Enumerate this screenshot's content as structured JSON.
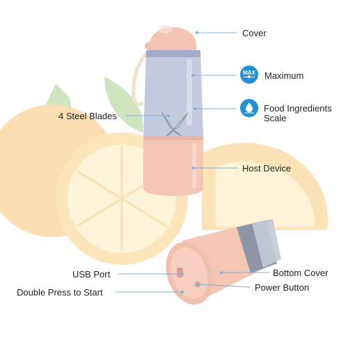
{
  "labels": {
    "cover": "Cover",
    "maximum": "Maximum",
    "steel_blades": "4 Steel Blades",
    "food_scale_line1": "Food Ingredients",
    "food_scale_line2": "Scale",
    "host_device": "Host Device",
    "usb_port": "USB Port",
    "bottom_cover": "Bottom Cover",
    "double_press": "Double Press to Start",
    "power_button": "Power Button"
  },
  "icons": {
    "max_badge_text": "MAX",
    "max_badge": "max-icon",
    "scale_badge": "scale-icon"
  },
  "colors": {
    "accent": "#1f8fd6",
    "body_pink": "#f3c6b6",
    "orange": "#f7b24a",
    "leader_line": "#7fb2d8"
  }
}
